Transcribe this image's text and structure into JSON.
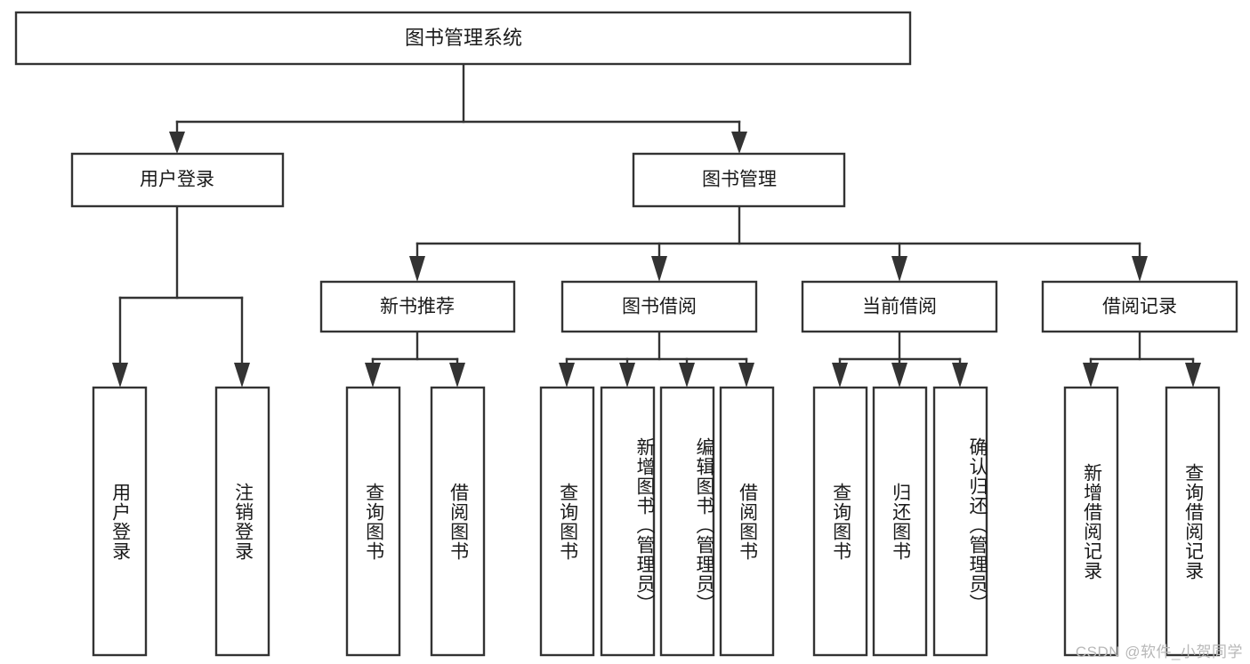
{
  "diagram": {
    "type": "tree",
    "title": "图书管理系统",
    "root": {
      "label": "图书管理系统"
    },
    "level2": [
      {
        "id": "user-login",
        "label": "用户登录"
      },
      {
        "id": "book-management",
        "label": "图书管理"
      }
    ],
    "level3": [
      {
        "id": "new-book-recommend",
        "label": "新书推荐",
        "parent": "book-management"
      },
      {
        "id": "book-borrow",
        "label": "图书借阅",
        "parent": "book-management"
      },
      {
        "id": "current-borrow",
        "label": "当前借阅",
        "parent": "book-management"
      },
      {
        "id": "borrow-record",
        "label": "借阅记录",
        "parent": "book-management"
      }
    ],
    "leaves": [
      {
        "id": "leaf-user-login",
        "label": "用户登录",
        "parent": "user-login"
      },
      {
        "id": "leaf-user-logout",
        "label": "注销登录",
        "parent": "user-login"
      },
      {
        "id": "leaf-query-book-1",
        "label": "查询图书",
        "parent": "new-book-recommend"
      },
      {
        "id": "leaf-borrow-book-1",
        "label": "借阅图书",
        "parent": "new-book-recommend"
      },
      {
        "id": "leaf-query-book-2",
        "label": "查询图书",
        "parent": "book-borrow"
      },
      {
        "id": "leaf-add-book",
        "label": "新增图书（管理员）",
        "parent": "book-borrow"
      },
      {
        "id": "leaf-edit-book",
        "label": "编辑图书（管理员）",
        "parent": "book-borrow"
      },
      {
        "id": "leaf-borrow-book-2",
        "label": "借阅图书",
        "parent": "book-borrow"
      },
      {
        "id": "leaf-query-book-3",
        "label": "查询图书",
        "parent": "current-borrow"
      },
      {
        "id": "leaf-return-book",
        "label": "归还图书",
        "parent": "current-borrow"
      },
      {
        "id": "leaf-confirm-return",
        "label": "确认归还（管理员）",
        "parent": "current-borrow"
      },
      {
        "id": "leaf-add-record",
        "label": "新增借阅记录",
        "parent": "borrow-record"
      },
      {
        "id": "leaf-query-record",
        "label": "查询借阅记录",
        "parent": "borrow-record"
      }
    ],
    "colors": {
      "stroke": "#333333",
      "fill": "#ffffff",
      "text": "#1a1a1a",
      "watermark": "#b8b8b8"
    }
  },
  "watermark": {
    "text": "CSDN @软件_小贺同学"
  }
}
